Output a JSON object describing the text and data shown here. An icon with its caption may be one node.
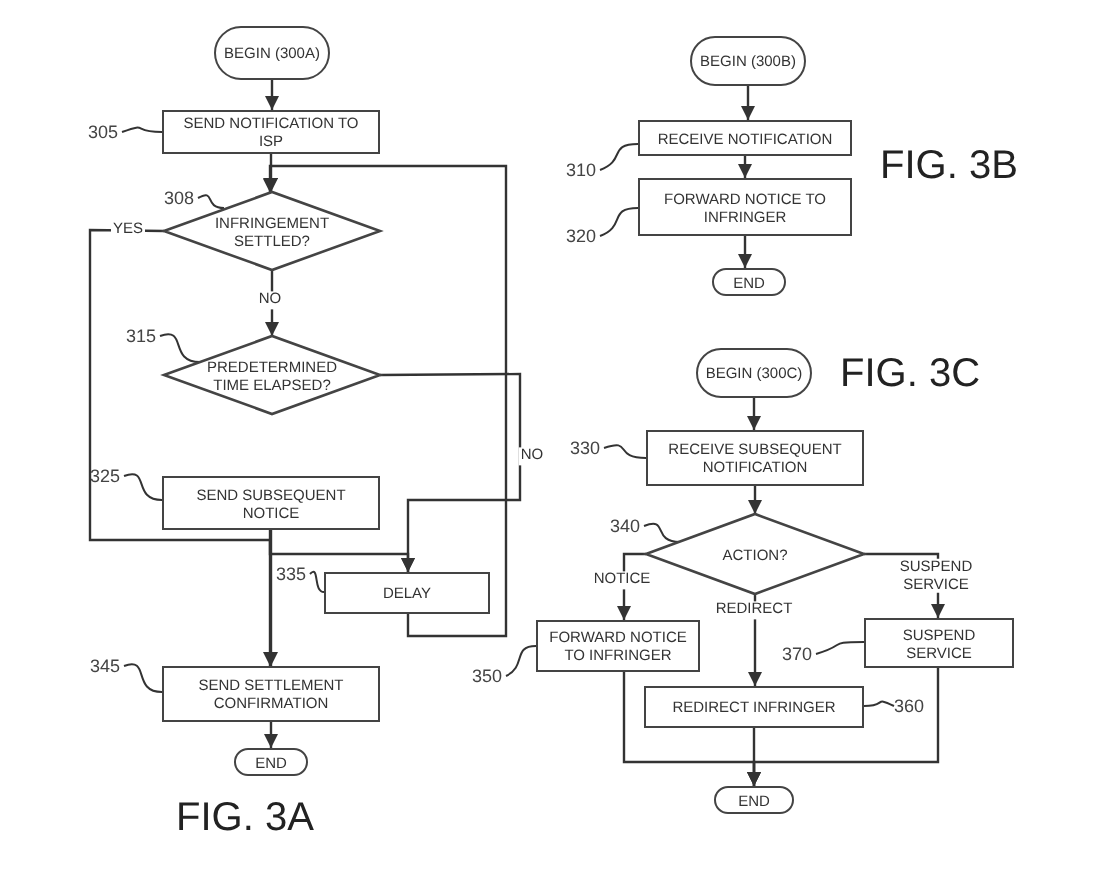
{
  "diagram": {
    "nodes": [
      {
        "text": [
          "BEGIN (300A)"
        ]
      },
      {
        "text": [
          "SEND NOTIFICATION TO ISP"
        ]
      },
      {
        "text": [
          "INFRINGEMENT SETTLED?"
        ]
      },
      {
        "text": [
          "PREDETERMINED TIME ELAPSED?"
        ]
      },
      {
        "text": [
          "SEND SUBSEQUENT NOTICE"
        ]
      },
      {
        "text": [
          "DELAY"
        ]
      },
      {
        "text": [
          "SEND SETTLEMENT CONFIRMATION"
        ]
      },
      {
        "text": [
          "END"
        ]
      },
      {
        "text": [
          "BEGIN (300B)"
        ]
      },
      {
        "text": [
          "RECEIVE NOTIFICATION"
        ]
      },
      {
        "text": [
          "FORWARD NOTICE TO INFRINGER"
        ]
      },
      {
        "text": [
          "END"
        ]
      },
      {
        "text": [
          "BEGIN (300C)"
        ]
      },
      {
        "text": [
          "RECEIVE SUBSEQUENT NOTIFICATION"
        ]
      },
      {
        "text": [
          "ACTION?"
        ]
      },
      {
        "text": [
          "FORWARD NOTICE TO INFRINGER"
        ]
      },
      {
        "text": [
          "SUSPEND SERVICE"
        ]
      },
      {
        "text": [
          "REDIRECT INFRINGER"
        ]
      },
      {
        "text": [
          "END"
        ]
      },
      {
        "text": [
          "305"
        ]
      },
      {
        "text": [
          "308"
        ]
      },
      {
        "text": [
          "315"
        ]
      },
      {
        "text": [
          "325"
        ]
      },
      {
        "text": [
          "335"
        ]
      },
      {
        "text": [
          "345"
        ]
      },
      {
        "text": [
          "310"
        ]
      },
      {
        "text": [
          "320"
        ]
      },
      {
        "text": [
          "330"
        ]
      },
      {
        "text": [
          "340"
        ]
      },
      {
        "text": [
          "350"
        ]
      },
      {
        "text": [
          "370"
        ]
      },
      {
        "text": [
          "360"
        ]
      }
    ],
    "edges": [
      {
        "from": 0,
        "to": 1,
        "arrow": "to"
      },
      {
        "from": 1,
        "to": 2,
        "arrow": "to"
      },
      {
        "from": 2,
        "to": 3,
        "arrow": "to",
        "label": "NO"
      },
      {
        "from": 2,
        "to": 6,
        "arrow": "to",
        "label": "YES"
      },
      {
        "from": 3,
        "to": 5,
        "arrow": "to",
        "label": "NO"
      },
      {
        "from": 4,
        "to": 5,
        "arrow": "to"
      },
      {
        "from": 4,
        "to": 6,
        "arrow": "to"
      },
      {
        "from": 5,
        "to": 2,
        "arrow": "to"
      },
      {
        "from": 6,
        "to": 7,
        "arrow": "to"
      },
      {
        "from": 8,
        "to": 9,
        "arrow": "to"
      },
      {
        "from": 9,
        "to": 10,
        "arrow": "to"
      },
      {
        "from": 10,
        "to": 11,
        "arrow": "to"
      },
      {
        "from": 12,
        "to": 13,
        "arrow": "to"
      },
      {
        "from": 13,
        "to": 14,
        "arrow": "to"
      },
      {
        "from": 14,
        "to": 15,
        "arrow": "to",
        "label": "NOTICE"
      },
      {
        "from": 14,
        "to": 17,
        "arrow": "to",
        "label": "REDIRECT"
      },
      {
        "from": 14,
        "to": 16,
        "arrow": "to",
        "label": "SUSPEND SERVICE"
      },
      {
        "from": 15,
        "to": 18,
        "arrow": "to"
      },
      {
        "from": 16,
        "to": 18,
        "arrow": "to"
      },
      {
        "from": 17,
        "to": 18,
        "arrow": "to"
      },
      {
        "from": 19,
        "to": 1,
        "arrow": "none"
      },
      {
        "from": 20,
        "to": 2,
        "arrow": "none"
      },
      {
        "from": 21,
        "to": 3,
        "arrow": "none"
      },
      {
        "from": 22,
        "to": 4,
        "arrow": "none"
      },
      {
        "from": 23,
        "to": 5,
        "arrow": "none"
      },
      {
        "from": 24,
        "to": 6,
        "arrow": "none"
      },
      {
        "from": 25,
        "to": 9,
        "arrow": "none"
      },
      {
        "from": 26,
        "to": 10,
        "arrow": "none"
      },
      {
        "from": 27,
        "to": 13,
        "arrow": "none"
      },
      {
        "from": 28,
        "to": 14,
        "arrow": "none"
      },
      {
        "from": 29,
        "to": 15,
        "arrow": "none"
      },
      {
        "from": 30,
        "to": 16,
        "arrow": "none"
      },
      {
        "from": 31,
        "to": 17,
        "arrow": "none"
      }
    ],
    "labels": [
      "FIG. 3B",
      "FIG. 3C",
      "FIG. 3A"
    ]
  }
}
